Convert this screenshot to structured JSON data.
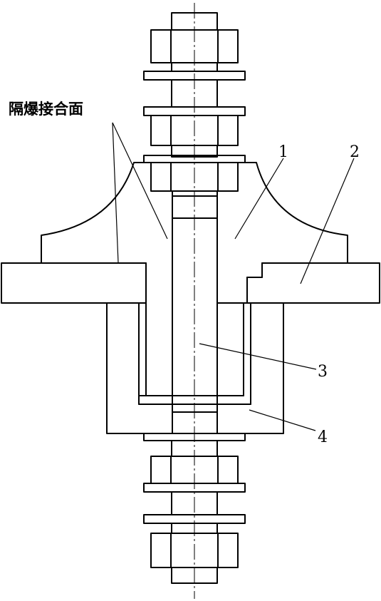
{
  "diagram": {
    "title_label": "隔爆接合面",
    "parts": [
      {
        "id": "1",
        "label": "1"
      },
      {
        "id": "2",
        "label": "2"
      },
      {
        "id": "3",
        "label": "3"
      },
      {
        "id": "4",
        "label": "4"
      }
    ],
    "colors": {
      "line": "#000000",
      "background": "#ffffff"
    }
  }
}
